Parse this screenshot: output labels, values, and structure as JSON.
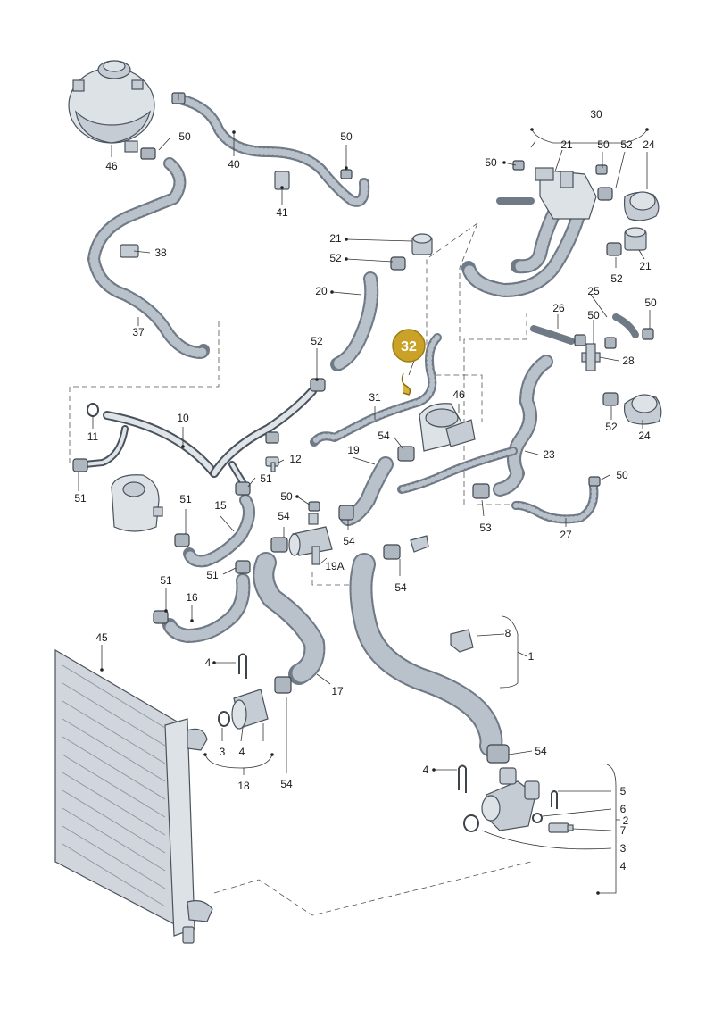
{
  "callouts": {
    "c1": "1",
    "c2": "2",
    "c3a": "3",
    "c3b": "3",
    "c4a": "4",
    "c4b": "4",
    "c4c": "4",
    "c4d": "4",
    "c5": "5",
    "c6": "6",
    "c7": "7",
    "c8": "8",
    "c10": "10",
    "c11": "11",
    "c12": "12",
    "c15": "15",
    "c16": "16",
    "c17": "17",
    "c18": "18",
    "c19": "19",
    "c19a": "19A",
    "c20": "20",
    "c21a": "21",
    "c21b": "21",
    "c21c": "21",
    "c23": "23",
    "c24a": "24",
    "c24b": "24",
    "c25": "25",
    "c26": "26",
    "c27": "27",
    "c28": "28",
    "c30": "30",
    "c31": "31",
    "c37": "37",
    "c38": "38",
    "c40": "40",
    "c41": "41",
    "c45": "45",
    "c46a": "46",
    "c46b": "46",
    "c50a": "50",
    "c50b": "50",
    "c50c": "50",
    "c50d": "50",
    "c50e": "50",
    "c50f": "50",
    "c50g": "50",
    "c50h": "50",
    "c51a": "51",
    "c51b": "51",
    "c51c": "51",
    "c51d": "51",
    "c51e": "51",
    "c52a": "52",
    "c52b": "52",
    "c52c": "52",
    "c52d": "52",
    "c52e": "52",
    "c53": "53",
    "c54a": "54",
    "c54b": "54",
    "c54c": "54",
    "c54d": "54",
    "c54e": "54",
    "c54f": "54"
  },
  "highlight": {
    "label": "32",
    "color": "#c9a227"
  },
  "colors": {
    "hose": "#6f7a86",
    "part": "#c5ccd4",
    "line": "#333333"
  }
}
